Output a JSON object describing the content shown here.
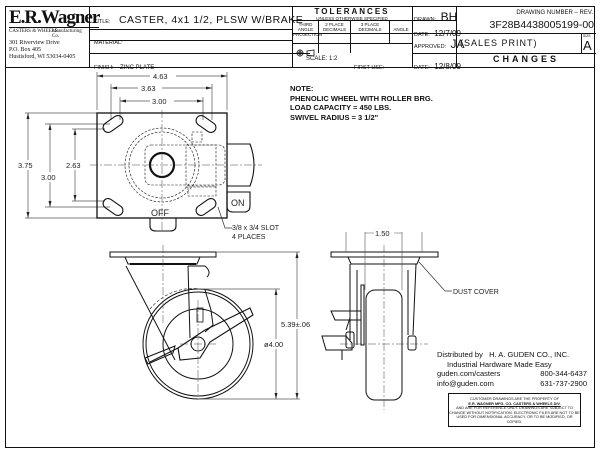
{
  "company": {
    "name": "E.R.Wagner",
    "tagline_left": "CASTERS & WHEELS",
    "tagline_right": "Manufacturing Co.",
    "address_line1": "301 Riverview Drive",
    "address_line2": "P.O. Box 405",
    "address_line3": "Hustisford, WI 53034-0405"
  },
  "title_block": {
    "title_label": "TITLE:",
    "title_value": "CASTER, 4x1 1/2, PLSW W/BRAKE",
    "material_label": "MATERIAL:",
    "material_value": "",
    "finish_label": "FINISH:",
    "finish_value": "ZINC PLATE",
    "tolerances_heading": "TOLERANCES",
    "tolerances_sub": "UNLESS OTHERWISE SPECIFIED",
    "tol_col1": "THIRD ANGLE PROJECTION",
    "tol_col2": "2 PLACE DECIMALS",
    "tol_col3": "3 PLACE DECIMALS",
    "tol_col4": "ANGLE",
    "scale_label": "SCALE:",
    "scale_value": "1:2",
    "first_use_label": "FIRST USE:",
    "drawn_label": "DRAWN:",
    "drawn_value": "BH",
    "date1_label": "DATE:",
    "date1_value": "12/7/09",
    "approved_label": "APPROVED:",
    "approved_value": "JA",
    "date2_label": "DATE:",
    "date2_value": "12/8/09",
    "drawing_number_label": "DRAWING NUMBER – REV.",
    "drawing_number": "3F28B4438005199-00",
    "sales_print": "(SALES PRINT)",
    "size_label": "SIZE",
    "size_value": "A",
    "changes": "CHANGES"
  },
  "notes": {
    "heading": "NOTE:",
    "line1": "PHENOLIC WHEEL WITH ROLLER BRG.",
    "line2": "LOAD CAPACITY = 450 LBS.",
    "line3": "SWIVEL RADIUS = 3 1/2\""
  },
  "dimensions": {
    "top_overall_width": "4.63",
    "top_bolt_outer": "3.63",
    "top_bolt_inner": "3.00",
    "plate_height": "3.75",
    "bolt_outer_height": "3.00",
    "bolt_inner_height": "2.63",
    "slot_note_line1": "3/8 x 3/4 SLOT",
    "slot_note_line2": "4 PLACES",
    "overall_height": "5.39±.06",
    "wheel_diameter": "ø4.00",
    "wheel_width": "1.50"
  },
  "labels": {
    "off": "OFF",
    "on": "ON",
    "dust_cover": "DUST COVER"
  },
  "distributor": {
    "line1": "Distributed by   H. A. GUDEN CO., INC.",
    "line2": "Industrial Hardware Made Easy",
    "web": "guden.com/casters",
    "phone1": "800-344-6437",
    "email": "info@guden.com",
    "phone2": "631-737-2900"
  },
  "disclaimer": {
    "line1": "CUSTOMER DRAWINGS ARE THE PROPERTY OF",
    "line2": "E.R. WAGNER MFG. CO. CASTERS & WHEELS DIV.",
    "line3": "AND ARE FOR REFERENCE ONLY. DRAWINGS ARE SUBJECT TO CHANGE WITHOUT NOTIFICATION. ELECTRONIC FILES ARE NOT TO BE USED FOR DIMENSIONAL ACCURACY, OR TO BE MODIFIED, OR COPIED."
  }
}
